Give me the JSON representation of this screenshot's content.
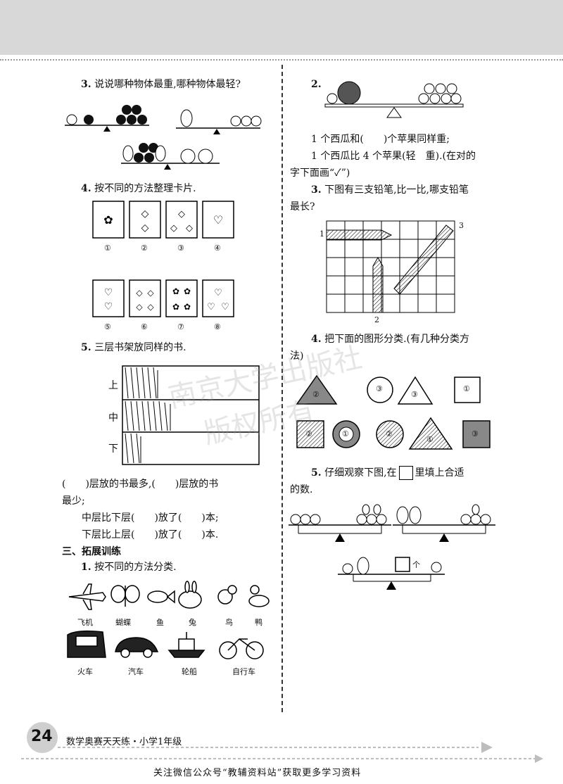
{
  "left": {
    "q3": {
      "num": "3.",
      "text": "说说哪种物体最重,哪种物体最轻?"
    },
    "q4": {
      "num": "4.",
      "text": "按不同的方法整理卡片.",
      "cards_row1": [
        "①",
        "②",
        "③",
        "④"
      ],
      "cards_row2": [
        "⑤",
        "⑥",
        "⑦",
        "⑧"
      ]
    },
    "q5": {
      "num": "5.",
      "text": "三层书架放同样的书.",
      "shelves": [
        "上",
        "中",
        "下"
      ],
      "line1a": "(　　)层放的书最多,(　　)层放的书",
      "line1b": "最少;",
      "line2": "中层比下层(　　)放了(　　)本;",
      "line3": "下层比上层(　　)放了(　　)本."
    },
    "section": "三、拓展训练",
    "s1": {
      "num": "1.",
      "text": "按不同的方法分类.",
      "row1": [
        "飞机",
        "蝴蝶",
        "鱼",
        "兔",
        "鸟",
        "鸭"
      ],
      "row2": [
        "火车",
        "汽车",
        "轮船",
        "自行车"
      ]
    }
  },
  "right": {
    "q2": {
      "num": "2.",
      "line1": "1 个西瓜和(　　)个苹果同样重;",
      "line2": "1 个西瓜比 4 个苹果(轻　重).(在对的",
      "line3": "字下面画“✓”)"
    },
    "q3": {
      "num": "3.",
      "text1": "下图有三支铅笔,比一比,哪支铅笔",
      "text2": "最长?",
      "labels": [
        "1",
        "2",
        "3"
      ]
    },
    "q4": {
      "num": "4.",
      "text1": "把下面的图形分类.(有几种分类方",
      "text2": "法)",
      "shapes_row1": [
        "②",
        "③",
        "③",
        "①"
      ],
      "shapes_row2": [
        "②",
        "①",
        "②",
        "①",
        "③"
      ]
    },
    "q5": {
      "num": "5.",
      "text1a": "仔细观察下图,在",
      "text1b": "里填上合适",
      "text2": "的数.",
      "box_label": "个"
    }
  },
  "watermark": {
    "line1": "南京大学出版社",
    "line2": "版权所有"
  },
  "footer": {
    "page_number": "24",
    "book_title": "数学奥赛天天练・小学1年级",
    "note": "关注微信公众号“教辅资料站”获取更多学习资料"
  }
}
